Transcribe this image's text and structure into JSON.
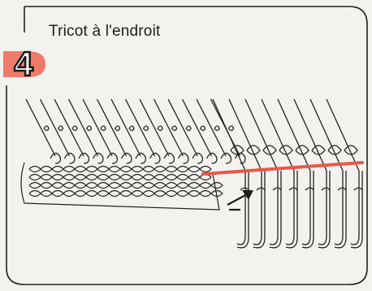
{
  "title": "Tricot à l'endroit",
  "step": "4",
  "colors": {
    "background": "#f3f2ee",
    "frame": "#222222",
    "badge_fill": "#f07a6a",
    "yarn": "#e8574a",
    "ink": "#1d1d1d"
  },
  "icons": [
    "step-number-badge",
    "needle-bed-illustration",
    "yarn-strand",
    "direction-arrow"
  ]
}
